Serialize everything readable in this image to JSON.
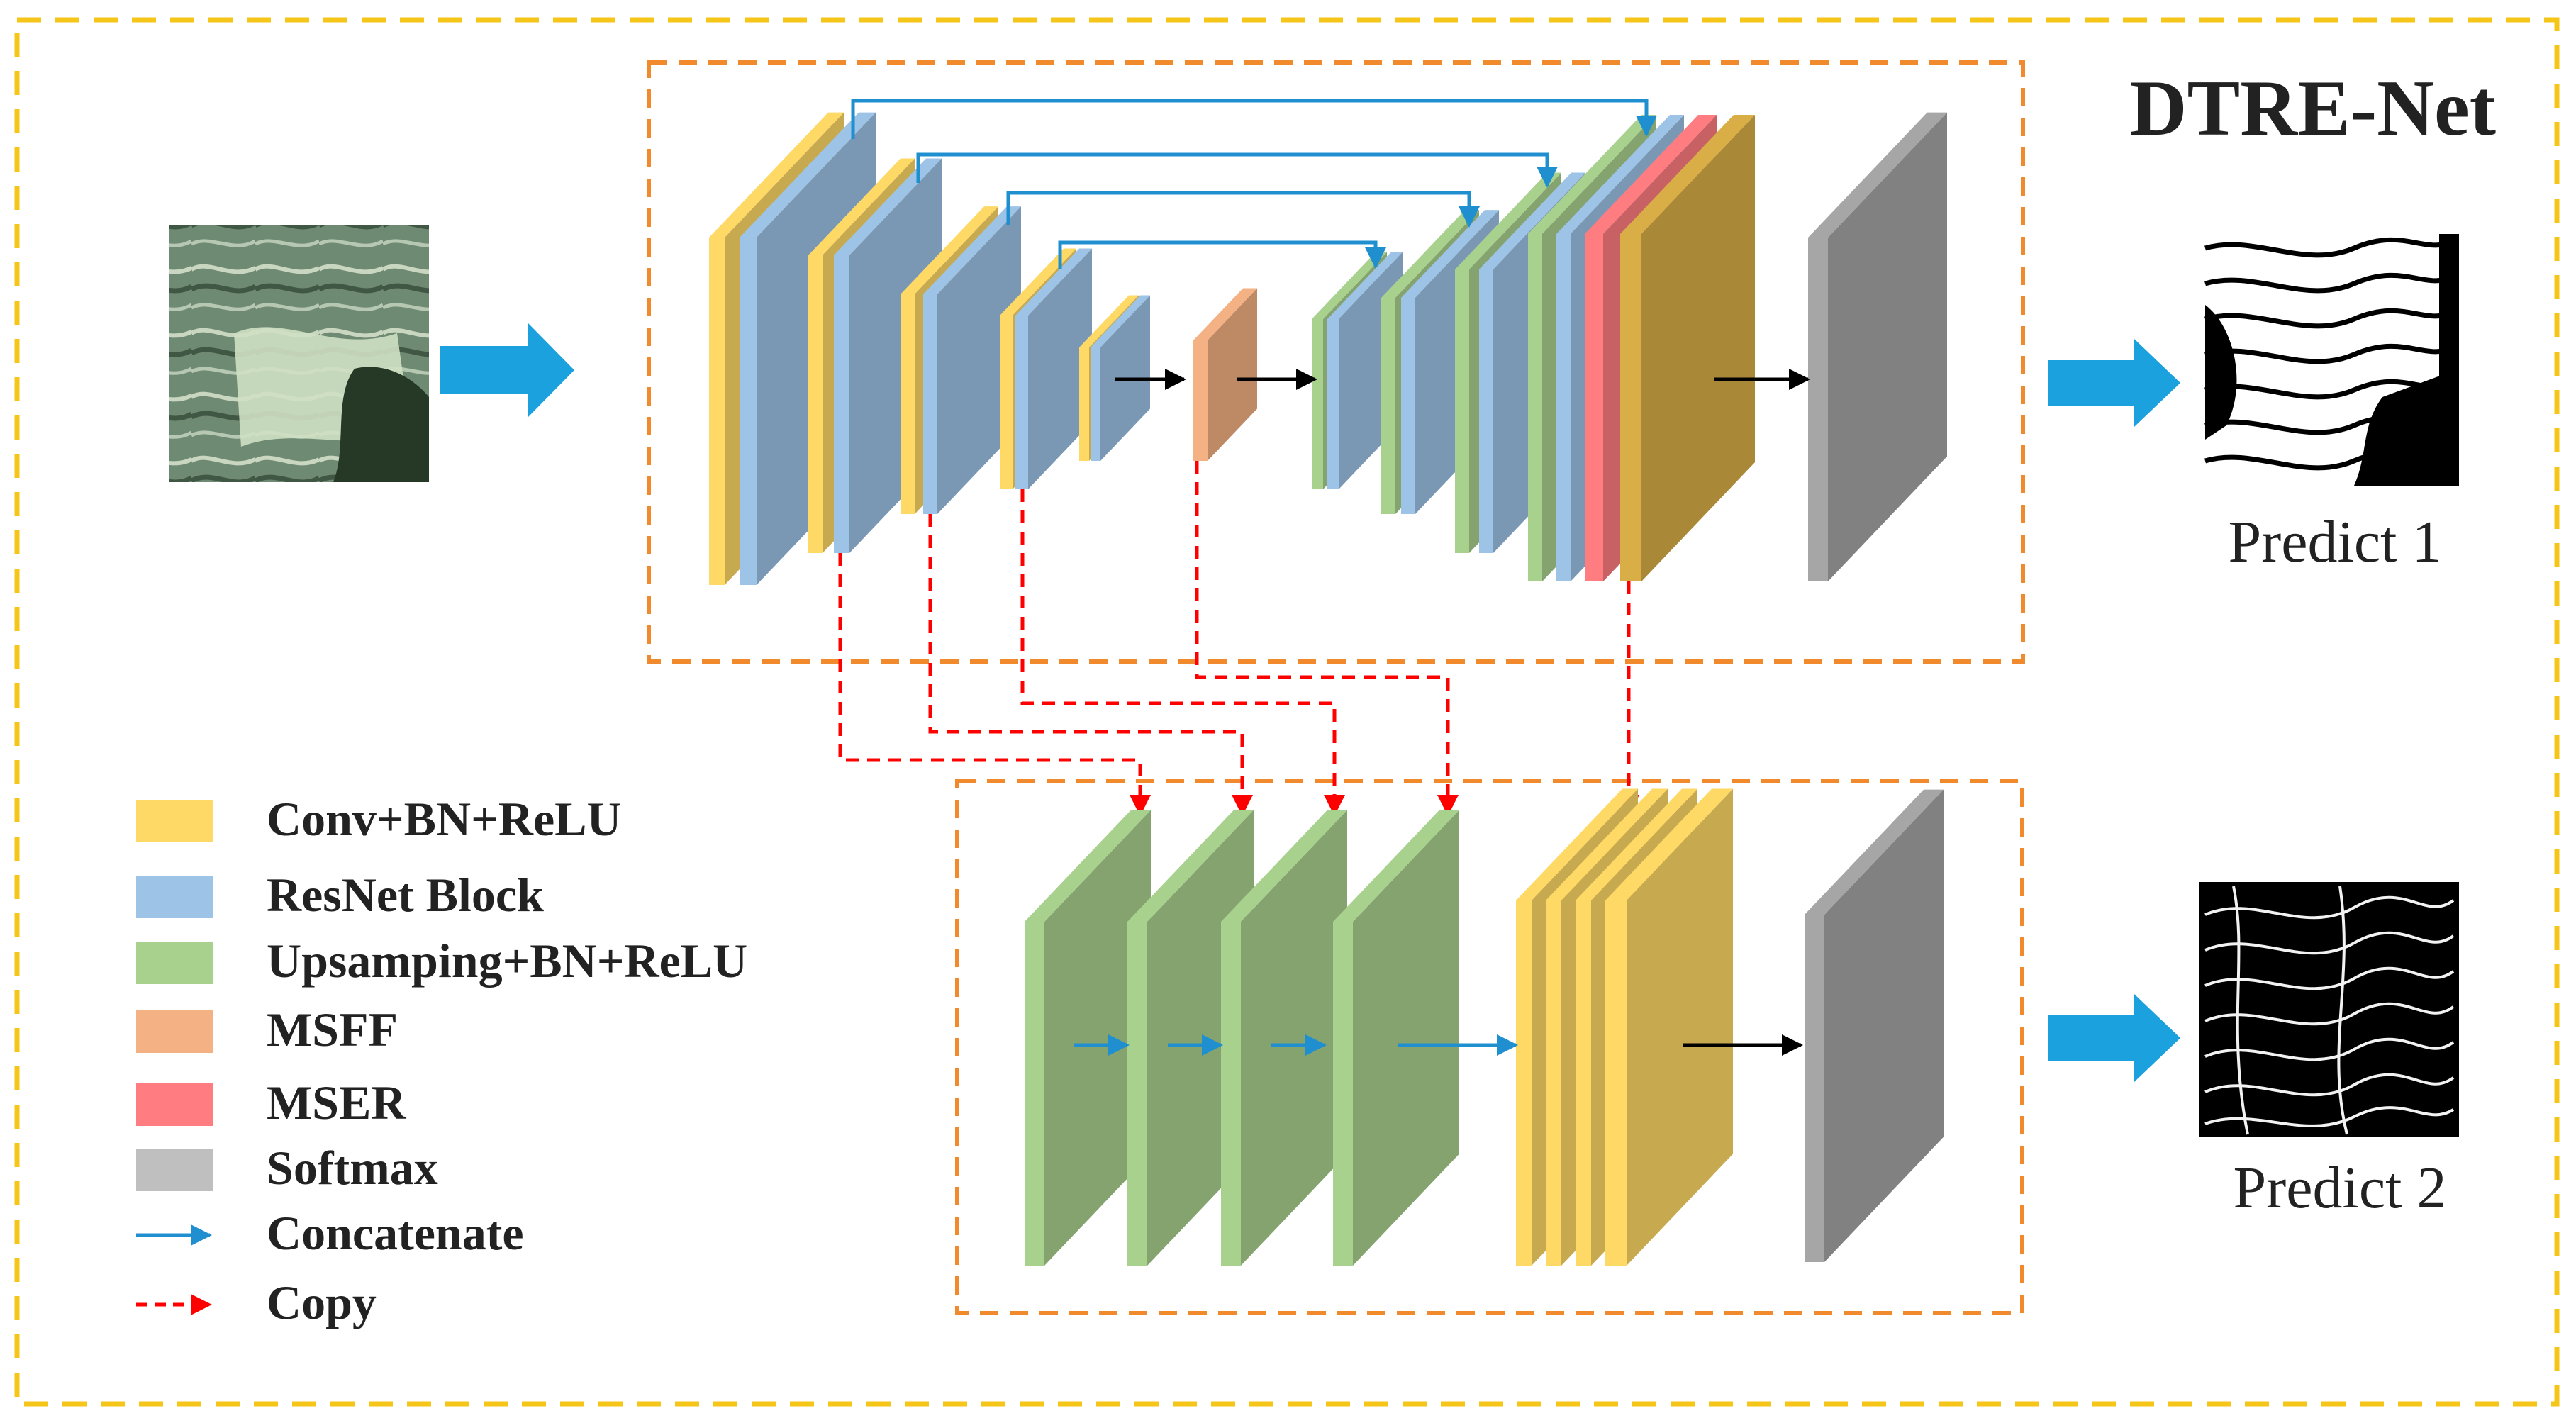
{
  "title": "DTRE-Net",
  "predictions": [
    {
      "label": "Predict 1"
    },
    {
      "label": "Predict 2"
    }
  ],
  "legend": [
    {
      "label": "Conv+BN+ReLU",
      "type": "swatch",
      "color": "#FFD966"
    },
    {
      "label": "ResNet Block",
      "type": "swatch",
      "color": "#9DC3E6"
    },
    {
      "label": "Upsamping+BN+ReLU",
      "type": "swatch",
      "color": "#A9D18E"
    },
    {
      "label": "MSFF",
      "type": "swatch",
      "color": "#F4B183"
    },
    {
      "label": "MSER",
      "type": "swatch",
      "color": "#FF7C80"
    },
    {
      "label": "Softmax",
      "type": "swatch",
      "color": "#BFBFBF"
    },
    {
      "label": "Concatenate",
      "type": "arrow-solid",
      "color": "#1F8FD0"
    },
    {
      "label": "Copy",
      "type": "arrow-dashed",
      "color": "#FF0000"
    }
  ],
  "colors": {
    "outer_border": "#F5C518",
    "branch_border": "#F08A2C",
    "conv": "#FFD966",
    "resnet": "#9DC3E6",
    "upsample": "#A9D18E",
    "msff": "#F4B183",
    "mser": "#FF7C80",
    "softmax": "#BFBFBF",
    "big_arrow": "#1BA1DE",
    "concat_arrow": "#1F8FD0",
    "copy_arrow": "#FF0000"
  }
}
